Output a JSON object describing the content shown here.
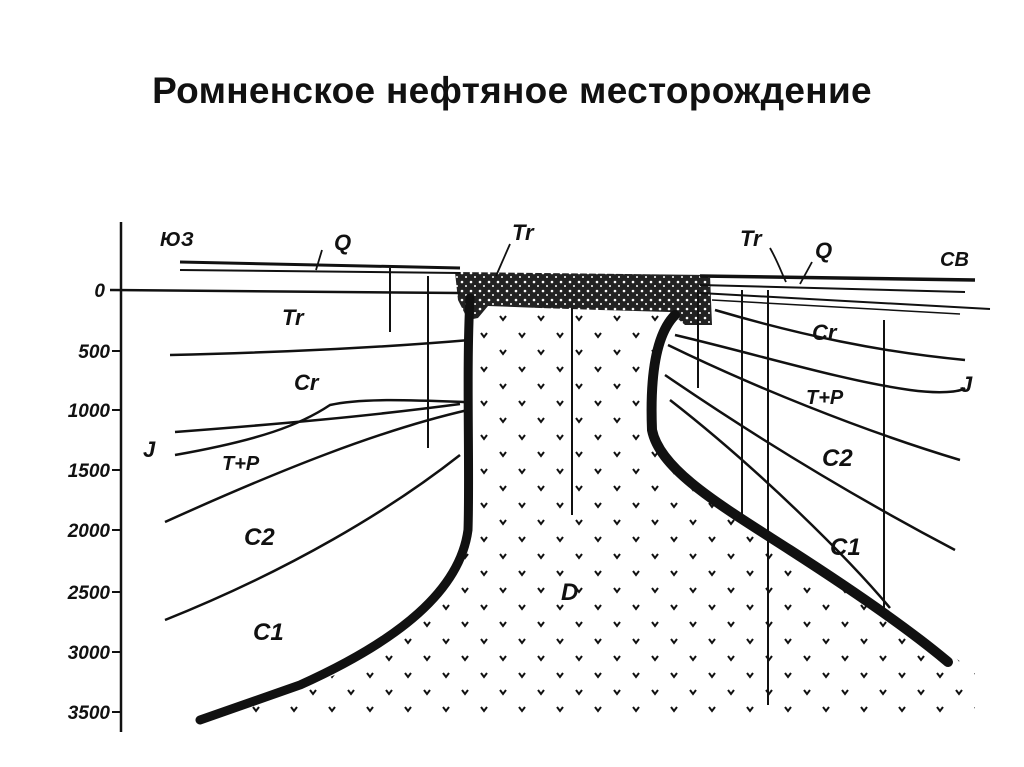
{
  "title": "Ромненское нефтяное месторождение",
  "depth_axis": {
    "ticks": [
      "0",
      "500",
      "1000",
      "1500",
      "2000",
      "2500",
      "3000",
      "3500"
    ]
  },
  "directions": {
    "left": "ЮЗ",
    "right": "СВ"
  },
  "strata_labels": {
    "q_left": "Q",
    "tr_top_center": "Tr",
    "tr_top_right": "Tr",
    "q_right": "Q",
    "tr_left": "Tr",
    "cr_left": "Cr",
    "j_left": "J",
    "tp_left": "T+P",
    "c2_left": "C2",
    "c1_left": "C1",
    "d_core": "D",
    "cr_right": "Cr",
    "j_right": "J",
    "tp_right": "T+P",
    "c2_right": "C2",
    "c1_right": "C1"
  }
}
